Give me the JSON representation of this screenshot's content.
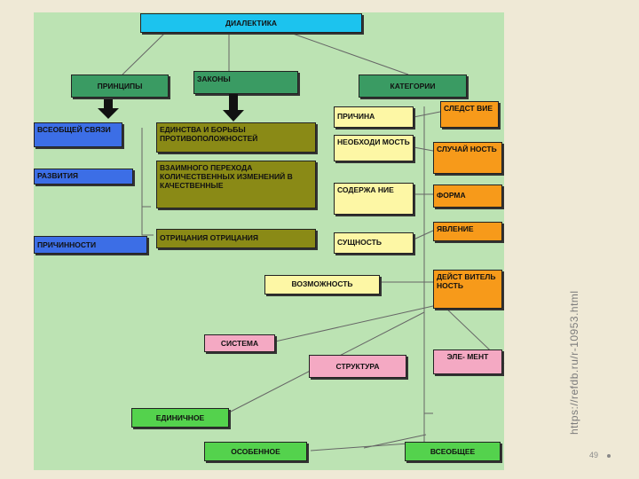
{
  "diagram": {
    "top": "ДИАЛЕКТИКА",
    "principles": "ПРИНЦИПЫ",
    "laws": "ЗАКОНЫ",
    "categories": "КАТЕГОРИИ",
    "principle_items": [
      "ВСЕОБЩЕЙ СВЯЗИ",
      "РАЗВИТИЯ",
      "ПРИЧИННОСТИ"
    ],
    "law_items": [
      "ЕДИНСТВА И БОРЬБЫ ПРОТИВОПОЛОЖНОСТЕЙ",
      "ВЗАИМНОГО ПЕРЕХОДА КОЛИЧЕСТВЕННЫХ ИЗМЕНЕНИЙ В КАЧЕСТВЕННЫЕ",
      "ОТРИЦАНИЯ ОТРИЦАНИЯ"
    ],
    "category_left": [
      "ПРИЧИНА",
      "НЕОБХОДИ МОСТЬ",
      "СОДЕРЖА НИЕ",
      "СУЩНОСТЬ"
    ],
    "category_right": [
      "СЛЕДСТ ВИЕ",
      "СЛУЧАЙ НОСТЬ",
      "ФОРМА",
      "ЯВЛЕНИЕ"
    ],
    "possibility": "ВОЗМОЖНОСТЬ",
    "reality": "ДЕЙСТ ВИТЕЛЬ НОСТЬ",
    "system": "СИСТЕМА",
    "structure": "СТРУКТУРА",
    "element": "ЭЛЕ- МЕНТ",
    "single": "ЕДИНИЧНОЕ",
    "special": "ОСОБЕННОЕ",
    "general": "ВСЕОБЩЕЕ"
  },
  "footer": {
    "url": "https://refdb.ru/r-10953.html",
    "page": "49"
  }
}
